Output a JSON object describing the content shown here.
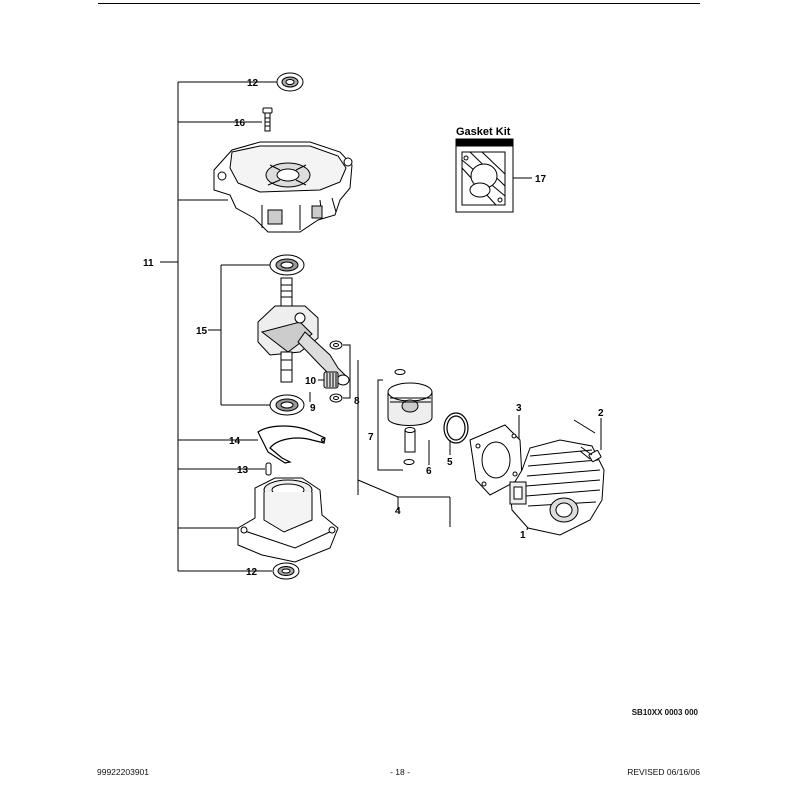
{
  "gasket_kit": {
    "title": "Gasket Kit",
    "callout": "17"
  },
  "callouts": {
    "c1": "1",
    "c2": "2",
    "c3": "3",
    "c4": "4",
    "c5": "5",
    "c6": "6",
    "c7": "7",
    "c8": "8",
    "c9": "9",
    "c10": "10",
    "c11": "11",
    "c12_top": "12",
    "c12_bottom": "12",
    "c13": "13",
    "c14": "14",
    "c15": "15",
    "c16": "16"
  },
  "diagram_ref": "SB10XX 0003 000",
  "footer": {
    "part_number": "99922203901",
    "page": "- 18 -",
    "revised": "REVISED 06/16/06"
  }
}
